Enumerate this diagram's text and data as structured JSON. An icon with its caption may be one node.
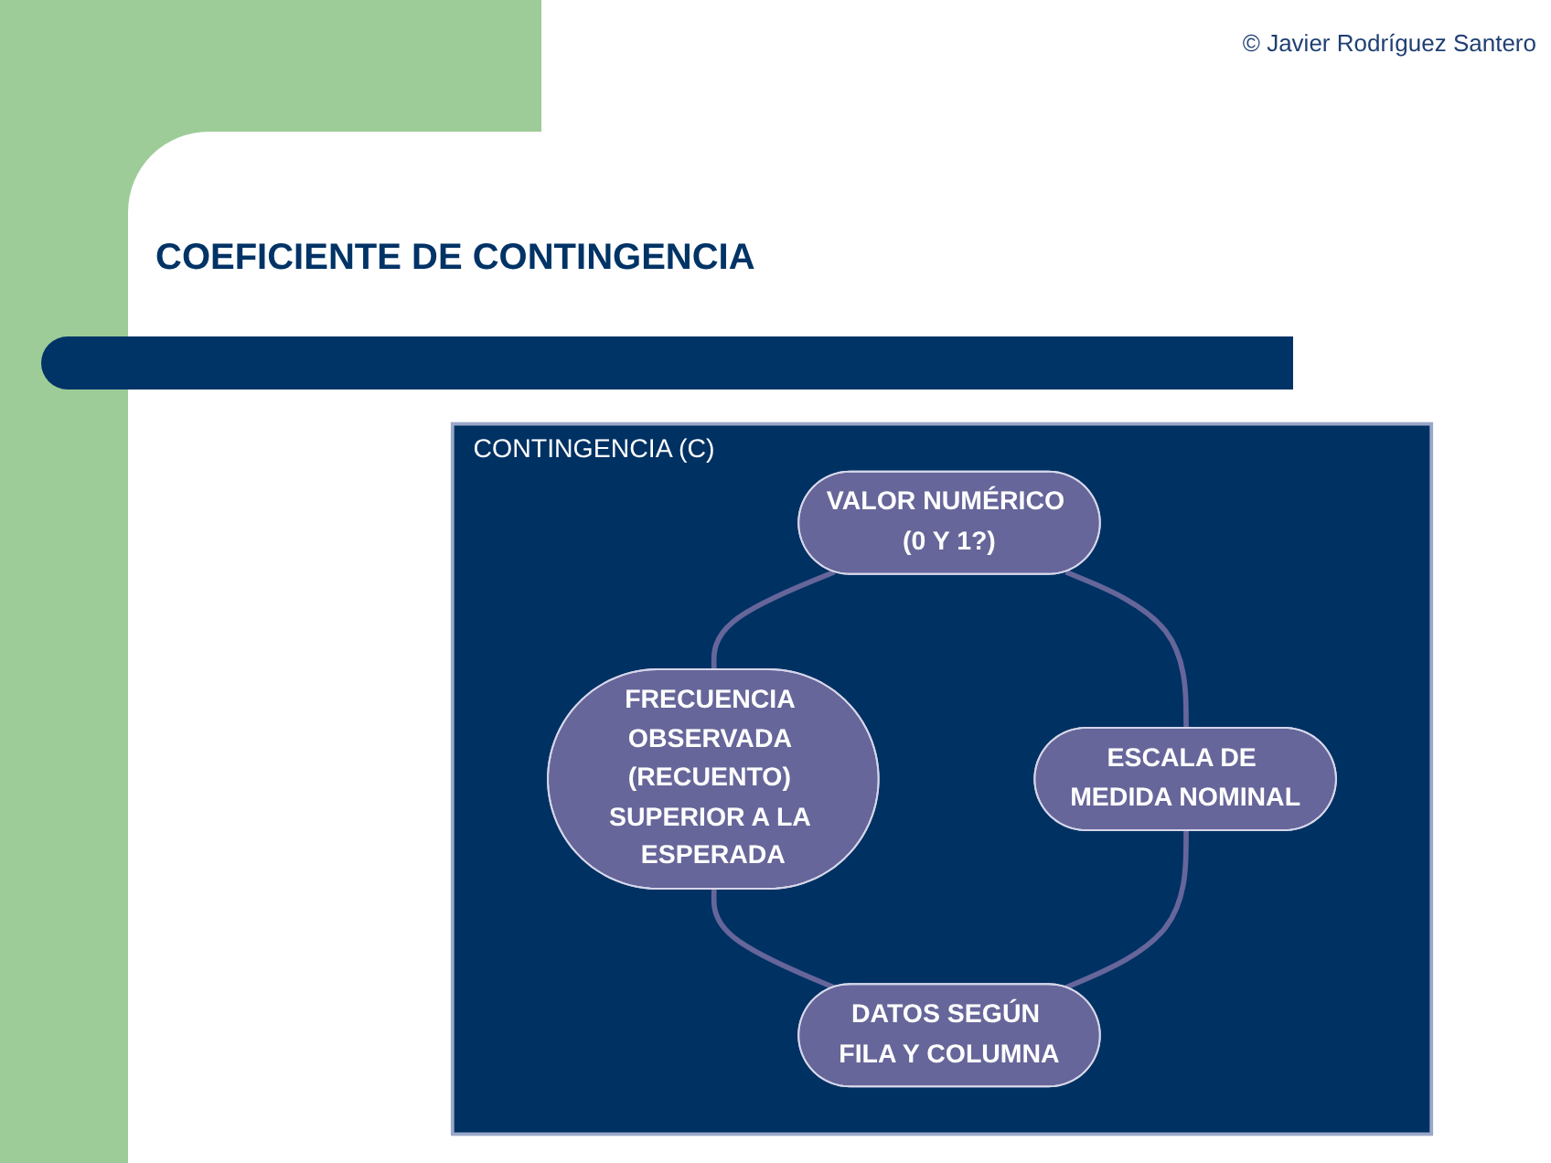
{
  "diagram": {
    "title": "COEFICIENTE DE CONTINGENCIA",
    "nodes": [
      {
        "text": [
          "CONTINGENCIA (C)"
        ]
      },
      {
        "text": [
          "VALOR NUMÉRICO (0 Y 1?)"
        ],
        "in": 0
      },
      {
        "text": [
          "FRECUENCIA OBSERVADA (RECUENTO) SUPERIOR A LA ESPERADA"
        ],
        "in": 0
      },
      {
        "text": [
          "ESCALA DE MEDIDA NOMINAL"
        ],
        "in": 0
      },
      {
        "text": [
          "DATOS SEGÚN FILA Y COLUMNA"
        ],
        "in": 0
      }
    ],
    "edges": [
      {
        "from": 1,
        "to": 2,
        "arrow": "none"
      },
      {
        "from": 1,
        "to": 3,
        "arrow": "none"
      },
      {
        "from": 2,
        "to": 4,
        "arrow": "none"
      },
      {
        "from": 3,
        "to": 4,
        "arrow": "none"
      }
    ],
    "labels": [
      "© Javier Rodríguez Santero"
    ]
  }
}
